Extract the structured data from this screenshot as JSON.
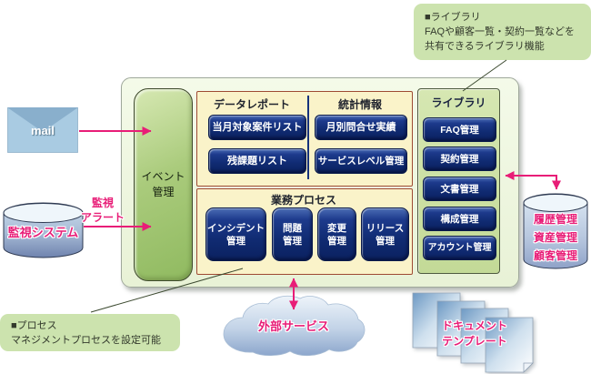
{
  "colors": {
    "accent_pink": "#e81d77",
    "button_navy": "#12307e",
    "panel_yellow": "#faf3c9",
    "panel_border_maroon": "#9e4a33",
    "event_green": "#a9cb79",
    "annotation_green": "#cce3ae",
    "container_green": "#eef6dd",
    "cylinder_blue": "#9fb4d6",
    "envelope_blue": "#a9cbe2"
  },
  "annotations": {
    "library_note": {
      "title": "■ライブラリ",
      "line1": "FAQや顧客一覧・契約一覧などを",
      "line2": "共有できるライブラリ機能"
    },
    "process_note": {
      "title": "■プロセス",
      "line1": "マネジメントプロセスを設定可能"
    }
  },
  "diagram": {
    "event_management": {
      "line1": "イベント",
      "line2": "管理"
    },
    "data_report": {
      "title": "データレポート",
      "button1": "当月対象案件リスト",
      "button2": "残課題リスト"
    },
    "statistics": {
      "title": "統計情報",
      "button1": "月別問合せ実績",
      "button2": "サービスレベル管理"
    },
    "business_process": {
      "title": "業務プロセス",
      "button1": {
        "line1": "インシデント",
        "line2": "管理"
      },
      "button2": {
        "line1": "問題",
        "line2": "管理"
      },
      "button3": {
        "line1": "変更",
        "line2": "管理"
      },
      "button4": {
        "line1": "リリース",
        "line2": "管理"
      }
    },
    "library": {
      "title": "ライブラリ",
      "button1": "FAQ管理",
      "button2": "契約管理",
      "button3": "文書管理",
      "button4": "構成管理",
      "button5": "アカウント管理"
    }
  },
  "externals": {
    "mail": "mail",
    "monitoring_system": "監視システム",
    "monitoring_alert": {
      "line1": "監視",
      "line2": "アラート"
    },
    "external_service": "外部サービス",
    "database": {
      "line1": "履歴管理",
      "line2": "資産管理",
      "line3": "顧客管理"
    },
    "document_template": {
      "line1": "ドキュメント",
      "line2": "テンプレート"
    }
  }
}
